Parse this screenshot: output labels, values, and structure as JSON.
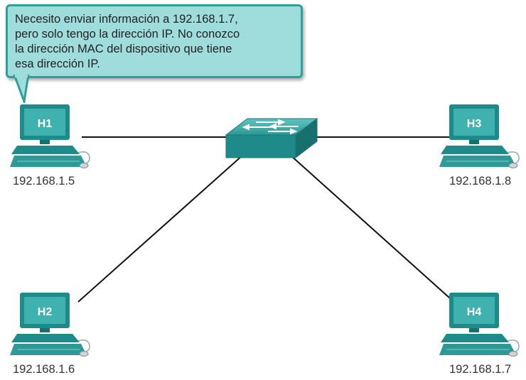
{
  "message": {
    "lines": [
      "Necesito enviar información a 192.168.1.7,",
      "pero solo tengo la dirección IP. No conozco",
      "la dirección MAC del dispositivo que tiene",
      "esa dirección IP."
    ]
  },
  "hosts": [
    {
      "label": "H1",
      "ip": "192.168.1.5"
    },
    {
      "label": "H2",
      "ip": "192.168.1.6"
    },
    {
      "label": "H3",
      "ip": "192.168.1.8"
    },
    {
      "label": "H4",
      "ip": "192.168.1.7"
    }
  ],
  "colors": {
    "device_teal": "#1f8a8a",
    "bubble_fill": "#9fdcdc",
    "bubble_border": "#2f9f9c",
    "link": "#111111"
  }
}
